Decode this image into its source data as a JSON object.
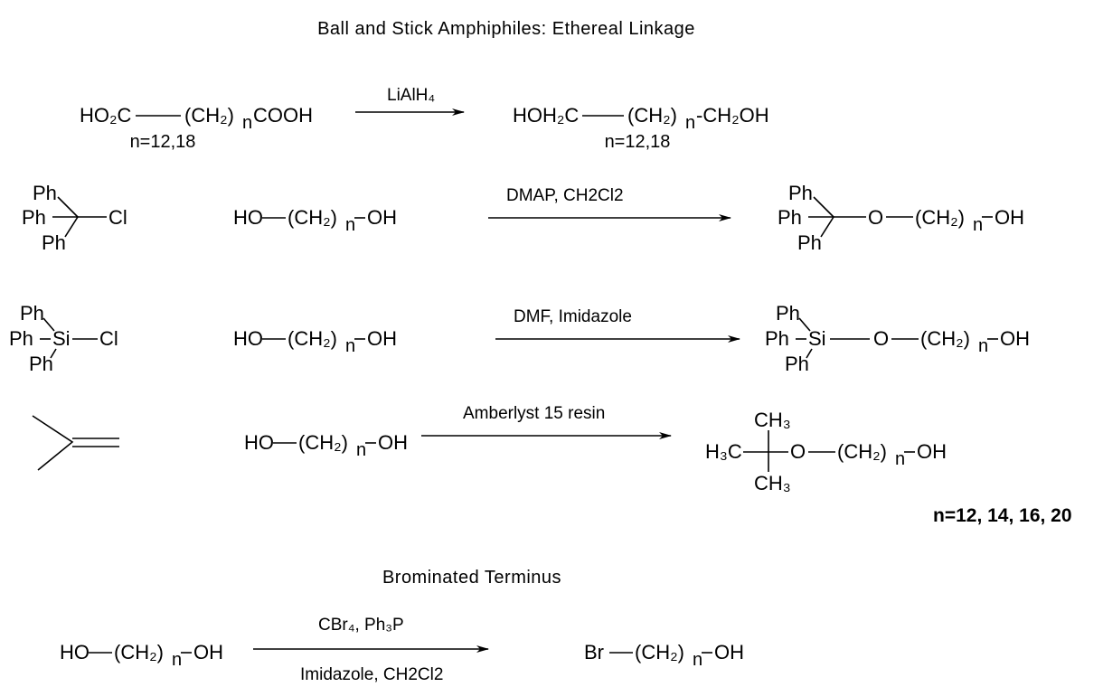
{
  "titles": {
    "main": "Ball and Stick Amphiphiles: Ethereal Linkage",
    "bromo": "Brominated Terminus"
  },
  "r1": {
    "reactant_left": "HO₂C",
    "reactant_chain": "(CH₂)",
    "reactant_n": "n",
    "reactant_end": "COOH",
    "reactant_note": "n=12,18",
    "reagent": "LiAlH₄",
    "product_left": "HOH₂C",
    "product_chain": "(CH₂)",
    "product_n": "n",
    "product_end": "-CH₂OH",
    "product_note": "n=12,18"
  },
  "r2": {
    "ph_top": "Ph",
    "ph_left": "Ph",
    "ph_bottom": "Ph",
    "cl": "Cl",
    "diol_ho": "HO",
    "diol_chain": "(CH₂)",
    "diol_n": "n",
    "diol_oh": "OH",
    "conditions": "DMAP, CH2Cl2",
    "p_ph_top": "Ph",
    "p_ph_left": "Ph",
    "p_ph_bottom": "Ph",
    "p_o": "O",
    "p_chain": "(CH₂)",
    "p_n": "n",
    "p_oh": "OH"
  },
  "r3": {
    "ph_top": "Ph",
    "ph_left": "Ph",
    "ph_bottom": "Ph",
    "si": "Si",
    "cl": "Cl",
    "diol_ho": "HO",
    "diol_chain": "(CH₂)",
    "diol_n": "n",
    "diol_oh": "OH",
    "conditions": "DMF, Imidazole",
    "p_ph_top": "Ph",
    "p_ph_left": "Ph",
    "p_ph_bottom": "Ph",
    "p_si": "Si",
    "p_o": "O",
    "p_chain": "(CH₂)",
    "p_n": "n",
    "p_oh": "OH"
  },
  "r4": {
    "diol_ho": "HO",
    "diol_chain": "(CH₂)",
    "diol_n": "n",
    "diol_oh": "OH",
    "conditions": "Amberlyst 15 resin",
    "p_ch3_top": "CH₃",
    "p_h3c": "H₃C",
    "p_ch3_bottom": "CH₃",
    "p_o": "O",
    "p_chain": "(CH₂)",
    "p_n": "n",
    "p_oh": "OH",
    "note": "n=12, 14, 16, 20"
  },
  "r5": {
    "diol_ho": "HO",
    "diol_chain": "(CH₂)",
    "diol_n": "n",
    "diol_oh": "OH",
    "conditions_top": "CBr₄, Ph₃P",
    "conditions_bottom": "Imidazole, CH2Cl2",
    "p_br": "Br",
    "p_chain": "(CH₂)",
    "p_n": "n",
    "p_oh": "OH"
  }
}
